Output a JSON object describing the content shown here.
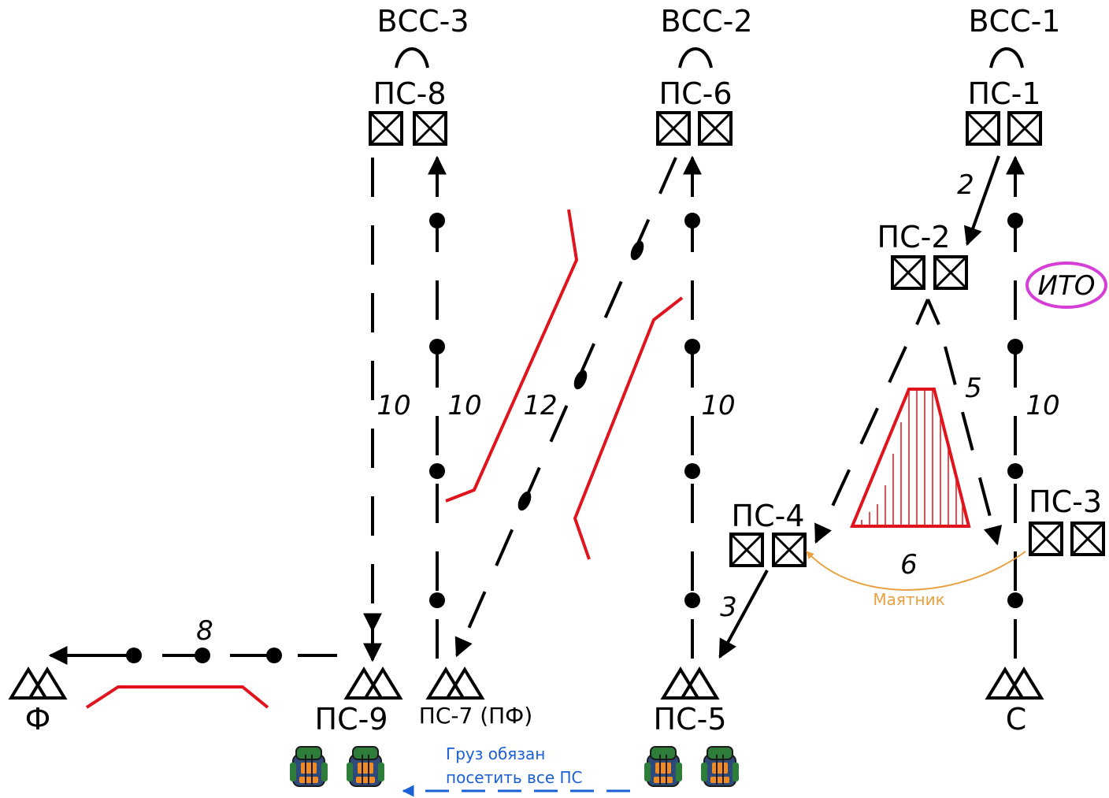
{
  "labels": {
    "vss3": "ВСС-3",
    "vss2": "ВСС-2",
    "vss1": "ВСС-1",
    "ps8": "ПС-8",
    "ps6": "ПС-6",
    "ps1": "ПС-1",
    "ps2": "ПС-2",
    "ps3": "ПС-3",
    "ps4": "ПС-4",
    "ps9": "ПС-9",
    "ps7": "ПС-7 (ПФ)",
    "ps5": "ПС-5",
    "c": "С",
    "f": "Ф",
    "ito": "ИТО",
    "d2": "2",
    "d5": "5",
    "d6": "6",
    "d3": "3",
    "d8": "8",
    "d12": "12",
    "d10a": "10",
    "d10b": "10",
    "d10c": "10",
    "d10d": "10",
    "pendulum": "Маятник",
    "cargo_line1": "Груз обязан",
    "cargo_line2": "посетить все ПС"
  },
  "colors": {
    "line": "#000000",
    "obstacle": "#e0141c",
    "pendulum": "#e8a040",
    "note": "#1a5fd6",
    "ito_ring": "#d63fd6",
    "pack_body": "#2d4a78",
    "pack_top": "#2e7d3a",
    "pack_accent": "#f08a24"
  },
  "icons": {
    "backpack": "backpack-icon",
    "station": "station-crossed-boxes-icon",
    "camp": "camp-triangles-icon"
  }
}
